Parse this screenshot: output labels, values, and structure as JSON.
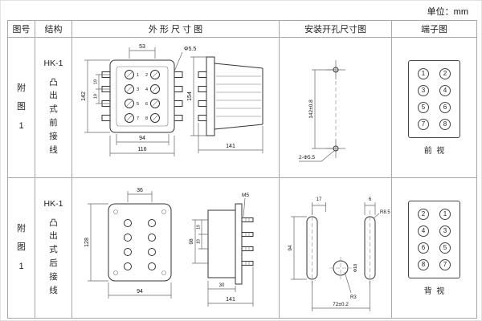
{
  "unit_label": "单位：mm",
  "headers": {
    "fig": "图号",
    "structure": "结构",
    "outline": "外 形 尺 寸 图",
    "mounting": "安装开孔尺寸图",
    "terminal": "端子图"
  },
  "row1": {
    "fig_no": "附\n图\n1",
    "model": "HK-1",
    "structure_desc": "凸\n出\n式\n前\n接\n线",
    "outline": {
      "top_width": "53",
      "hole_dia": "Φ5.5",
      "height": "142",
      "row_pitch_a": "19",
      "row_pitch_b": "19",
      "bottom_inner": "94",
      "bottom_outer": "116",
      "side_height": "154",
      "side_depth": "141",
      "t1": "1",
      "t2": "2",
      "t3": "3",
      "t4": "4",
      "t5": "5",
      "t6": "6",
      "t7": "7",
      "t8": "8"
    },
    "mounting": {
      "hole_pitch": "142±0.8",
      "holes": "2-Φ5.5"
    },
    "terminals": {
      "cells": [
        "1",
        "2",
        "3",
        "4",
        "5",
        "6",
        "7",
        "8"
      ],
      "caption": "前  视"
    }
  },
  "row2": {
    "fig_no": "附\n图\n1",
    "model": "HK-1",
    "structure_desc": "凸\n出\n式\n后\n接\n线",
    "outline": {
      "top_width": "36",
      "height": "128",
      "bottom_width": "94",
      "screw": "M5",
      "side_height": "98",
      "row_pitch_a": "19",
      "row_pitch_b": "19",
      "body_depth": "30",
      "side_depth": "141"
    },
    "mounting": {
      "dim_17": "17",
      "dim_6": "6",
      "r85": "R8.5",
      "dim_94": "94",
      "center_dia": "Φ18",
      "r3": "R3",
      "hole_span": "72±0.2"
    },
    "terminals": {
      "cells": [
        "2",
        "1",
        "4",
        "3",
        "6",
        "5",
        "8",
        "7"
      ],
      "caption": "背  视"
    }
  }
}
